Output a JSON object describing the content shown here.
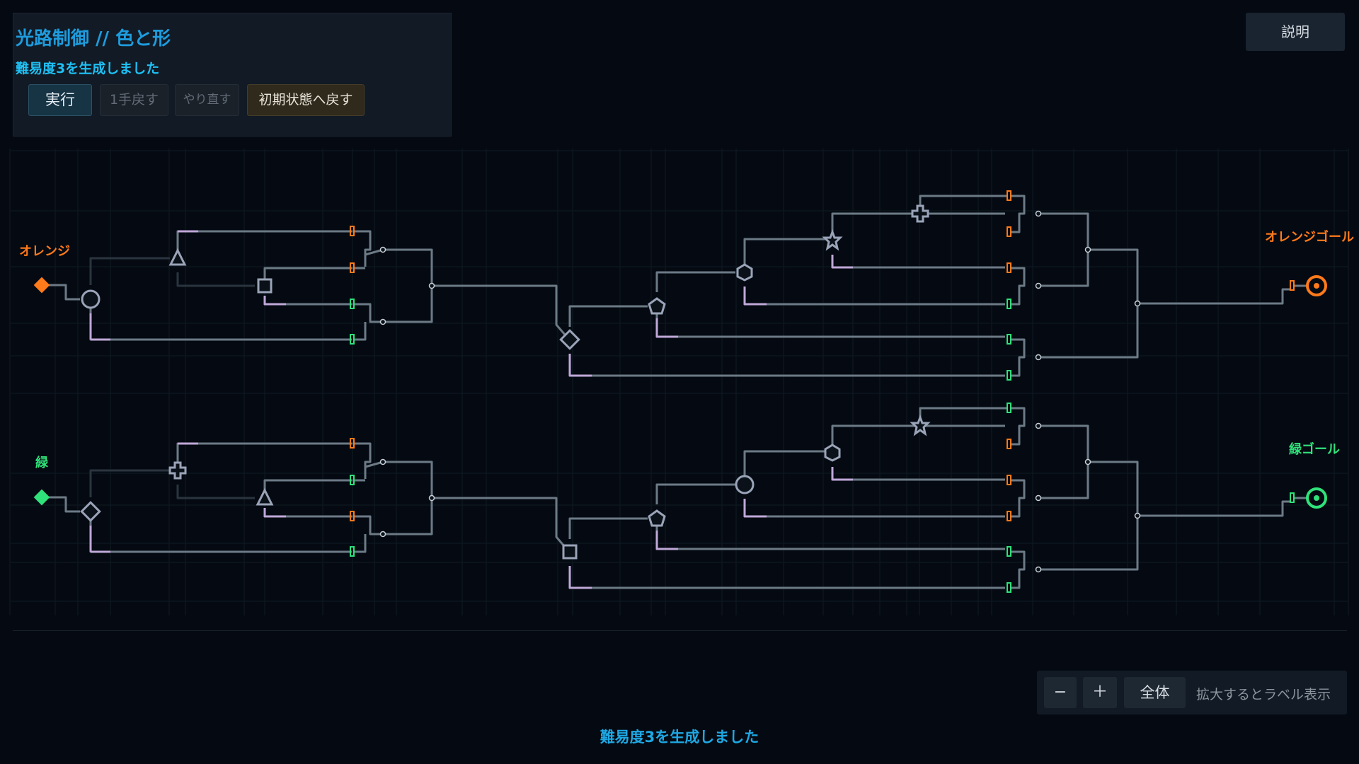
{
  "header": {
    "title": "光路制御 // 色と形",
    "status": "難易度3を生成しました"
  },
  "toolbar": {
    "run_label": "実行",
    "undo_label": "1手戻す",
    "redo_label": "やり直す",
    "reset_label": "初期状態へ戻す"
  },
  "help": {
    "label": "説明"
  },
  "board": {
    "sources": [
      {
        "label": "オレンジ",
        "color": "#ff7a1a"
      },
      {
        "label": "緑",
        "color": "#2fe27a"
      }
    ],
    "goals": [
      {
        "label": "オレンジゴール",
        "color": "#ff7a1a"
      },
      {
        "label": "緑ゴール",
        "color": "#2fe27a"
      }
    ],
    "switch_shapes_orange": [
      "circle",
      "triangle",
      "square",
      "diamond",
      "pentagon",
      "hexagon",
      "star",
      "cross"
    ],
    "switch_shapes_green": [
      "diamond",
      "cross",
      "triangle",
      "square",
      "pentagon",
      "circle",
      "hexagon",
      "star"
    ]
  },
  "zoom": {
    "minus_label": "−",
    "plus_label": "＋",
    "fit_label": "全体",
    "hint": "拡大するとラベル表示"
  },
  "footer": {
    "status": "難易度3を生成しました"
  },
  "colors": {
    "background": "#050a12",
    "accent": "#1e9cdd",
    "wire": "#6c7a86",
    "selected_wire": "#c0a8d8",
    "orange": "#ff7a1a",
    "green": "#2fe27a"
  }
}
